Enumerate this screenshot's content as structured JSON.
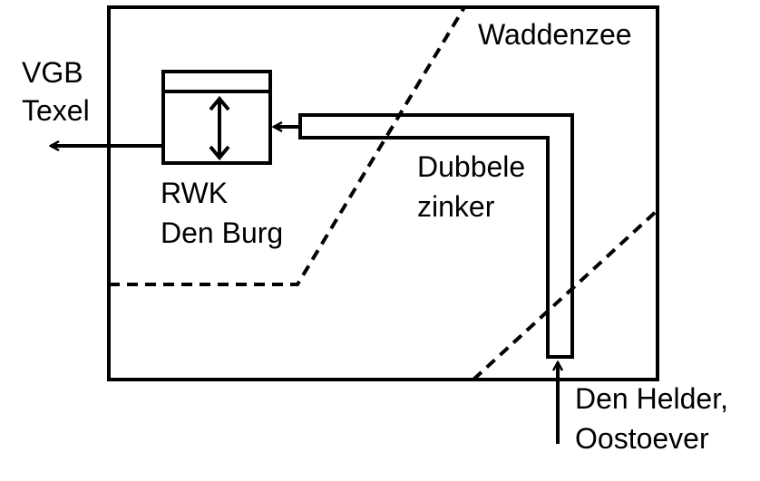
{
  "labels": {
    "waddenzee": "Waddenzee",
    "vgb_line1": "VGB",
    "vgb_line2": "Texel",
    "rwk_line1": "RWK",
    "rwk_line2": "Den Burg",
    "zinker_line1": "Dubbele",
    "zinker_line2": "zinker",
    "source_line1": "Den Helder,",
    "source_line2": "Oostoever"
  },
  "colors": {
    "line": "#000000",
    "background": "#ffffff"
  }
}
